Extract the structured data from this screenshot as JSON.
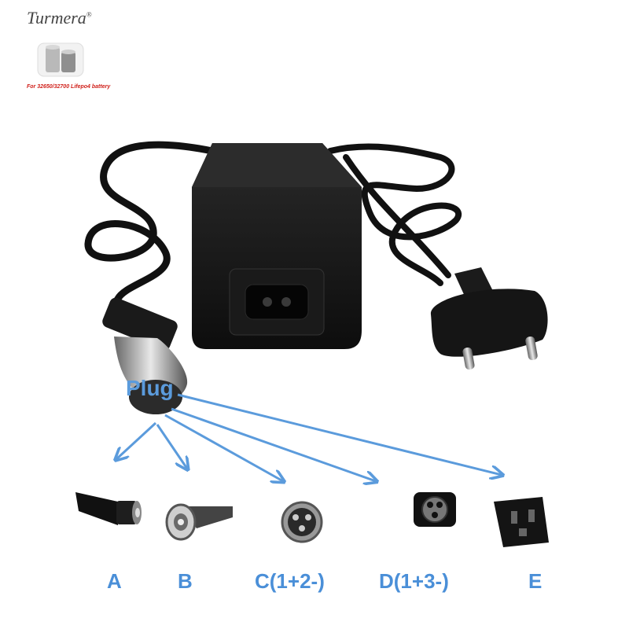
{
  "brand": {
    "name": "Turmera",
    "tagline": "For 32650/32700 Lifepo4 battery",
    "colors": {
      "accent": "#d0201a",
      "label": "#4a8fd8"
    }
  },
  "plug_label": "Plug",
  "connectors": [
    {
      "label": "A"
    },
    {
      "label": "B"
    },
    {
      "label": "C(1+2-)"
    },
    {
      "label": "D(1+3-)"
    },
    {
      "label": "E"
    }
  ]
}
